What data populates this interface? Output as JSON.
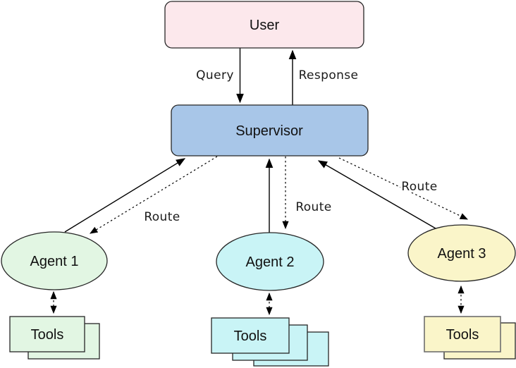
{
  "diagram": {
    "background": "#ffffff",
    "arrow_color": "#000000",
    "nodes": {
      "user": {
        "label": "User",
        "fill": "#fce8ec"
      },
      "supervisor": {
        "label": "Supervisor",
        "fill": "#a8c6e8"
      },
      "agent1": {
        "label": "Agent 1",
        "fill": "#e2f6e3"
      },
      "agent2": {
        "label": "Agent 2",
        "fill": "#c9f4f6"
      },
      "agent3": {
        "label": "Agent 3",
        "fill": "#faf5c9"
      },
      "tools1": {
        "label": "Tools",
        "fill": "#e2f6e3"
      },
      "tools2": {
        "label": "Tools",
        "fill": "#c9f4f6"
      },
      "tools3": {
        "label": "Tools",
        "fill": "#faf5c9"
      }
    },
    "edges": {
      "query": {
        "label": "Query"
      },
      "response": {
        "label": "Response"
      },
      "route1": {
        "label": "Route"
      },
      "route2": {
        "label": "Route"
      },
      "route3": {
        "label": "Route"
      }
    }
  }
}
